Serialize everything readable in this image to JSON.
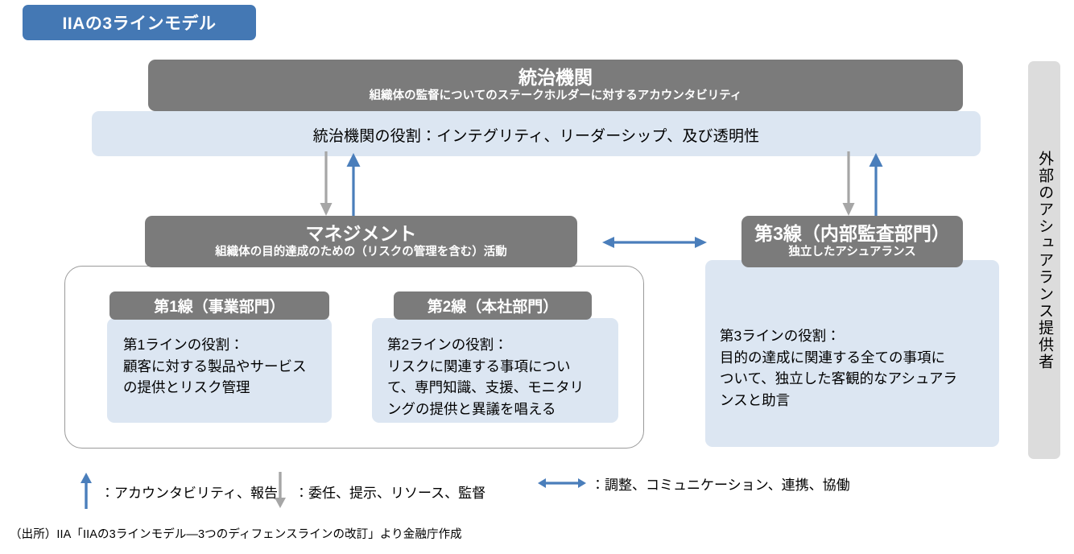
{
  "title": {
    "label": "IIAの3ラインモデル"
  },
  "colors": {
    "title_pill": "#4478b4",
    "gray_box": "#7b7b7b",
    "light_blue_panel": "#dce6f2",
    "external_bar": "#dcdcdc",
    "blue_arrow": "#4a7ebb",
    "gray_arrow": "#a6a6a6",
    "outline": "#9a9a9a"
  },
  "governance": {
    "box_title": "統治機関",
    "box_subtitle": "組織体の監督についてのステークホルダーに対するアカウンタビリティ",
    "band_text": "統治機関の役割：インテグリティ、リーダーシップ、及び透明性"
  },
  "management": {
    "box_title": "マネジメント",
    "box_subtitle": "組織体の目的達成のための（リスクの管理を含む）活動"
  },
  "line1": {
    "pill_label": "第1線（事業部門）",
    "body": "第1ラインの役割：\n顧客に対する製品やサービス\nの提供とリスク管理"
  },
  "line2": {
    "pill_label": "第2線（本社部門）",
    "body": "第2ラインの役割：\nリスクに関連する事項につい\nて、専門知識、支援、モニタリ\nングの提供と異議を唱える"
  },
  "line3": {
    "box_title": "第3線（内部監査部門）",
    "box_subtitle": "独立したアシュアランス",
    "body": "第3ラインの役割：\n目的の達成に関連する全ての事項に\nついて、独立した客観的なアシュアラ\nンスと助言"
  },
  "external_assurance": {
    "label": "外部のアシュアランス提供者"
  },
  "legend": {
    "items": [
      {
        "icon": "arrow-up-icon",
        "label": "：アカウンタビリティ、報告"
      },
      {
        "icon": "arrow-down-icon",
        "label": "：委任、提示、リソース、監督"
      },
      {
        "icon": "arrow-left-right-icon",
        "label": "：調整、コミュニケーション、連携、協働"
      }
    ]
  },
  "footnote": {
    "text": "（出所）IIA「IIAの3ラインモデル―3つのディフェンスラインの改訂」より金融庁作成"
  }
}
